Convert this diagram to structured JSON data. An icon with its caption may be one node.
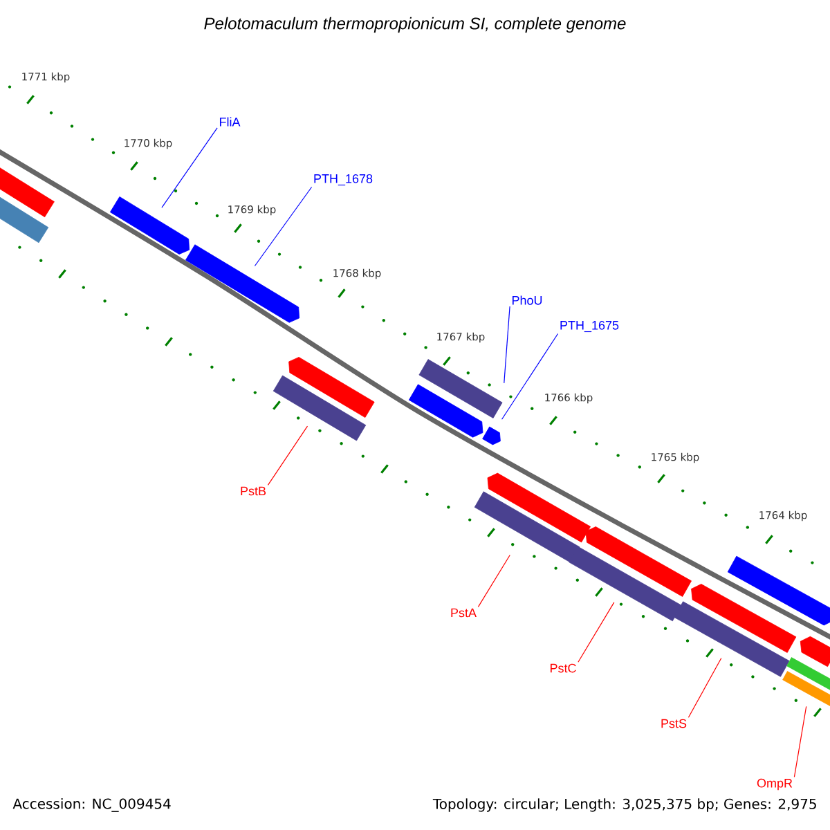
{
  "diagram": {
    "title": "Pelotomaculum thermopropionicum SI, complete genome",
    "nodes": [
      {
        "text": [
          "FliA"
        ]
      },
      {
        "text": [
          "PTH_1678"
        ]
      },
      {
        "text": [
          "PhoU"
        ]
      },
      {
        "text": [
          "PTH_1675"
        ]
      },
      {
        "text": [
          "PstB"
        ]
      },
      {
        "text": [
          "PstA"
        ]
      },
      {
        "text": [
          "PstC"
        ]
      },
      {
        "text": [
          "PstS"
        ]
      },
      {
        "text": [
          "OmpR"
        ]
      },
      {
        "text": [],
        "shape": "bar"
      },
      {
        "text": [],
        "shape": "bar"
      },
      {
        "text": [],
        "shape": "bar"
      },
      {
        "text": [],
        "shape": "bar"
      },
      {
        "text": [],
        "shape": "bar"
      },
      {
        "text": [],
        "shape": "bar"
      },
      {
        "text": [],
        "shape": "bar"
      },
      {
        "text": [],
        "shape": "bar"
      },
      {
        "text": [],
        "shape": "bar"
      },
      {
        "text": [],
        "shape": "bar"
      },
      {
        "text": [],
        "shape": "bar"
      },
      {
        "text": [],
        "shape": "bar"
      },
      {
        "text": [],
        "shape": "bar"
      },
      {
        "text": [],
        "shape": "bar"
      },
      {
        "text": [],
        "shape": "bar"
      },
      {
        "text": [],
        "shape": "bar"
      },
      {
        "text": [],
        "shape": "bar"
      },
      {
        "text": [],
        "shape": "bar"
      },
      {
        "text": [],
        "shape": "bar"
      }
    ],
    "edges": [
      {
        "from": 0,
        "to": 11,
        "arrow": "none",
        "color": "#0000ff"
      },
      {
        "from": 1,
        "to": 12,
        "arrow": "none",
        "color": "#0000ff"
      },
      {
        "from": 2,
        "to": 15,
        "arrow": "none",
        "color": "#0000ff"
      },
      {
        "from": 3,
        "to": 17,
        "arrow": "none",
        "color": "#0000ff"
      },
      {
        "from": 4,
        "to": 14,
        "arrow": "none"
      },
      {
        "from": 5,
        "to": 19,
        "arrow": "none"
      },
      {
        "from": 6,
        "to": 21,
        "arrow": "none"
      },
      {
        "from": 7,
        "to": 23,
        "arrow": "none"
      },
      {
        "from": 8,
        "to": 27,
        "arrow": "none"
      }
    ],
    "labels": [
      "1771 kbp",
      "1770 kbp",
      "1769 kbp",
      "1768 kbp",
      "1767 kbp",
      "1766 kbp",
      "1765 kbp",
      "1764 kbp",
      "Accession: NC_009454",
      "Topology: circular; Length: 3,025,375 bp; Genes: 2,975"
    ]
  }
}
